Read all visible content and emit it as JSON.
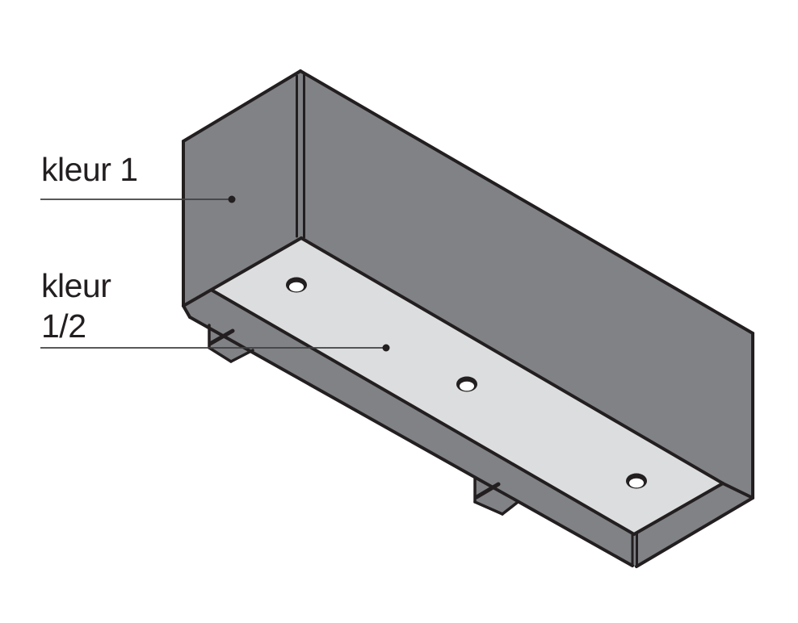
{
  "diagram": {
    "figure": "isometric bottom view of a rectangular housing profile",
    "labels": [
      {
        "text": "kleur 1",
        "points_to": "housing exterior face"
      },
      {
        "line1": "kleur",
        "line2": "1/2",
        "full_text": "kleur 1/2",
        "points_to": "recessed bottom panel"
      }
    ],
    "features": {
      "mounting_holes": 3,
      "mounting_tabs": 2
    },
    "colors": {
      "housing": "#808285",
      "bottom_panel": "#dcddde",
      "outline": "#231f20",
      "leader_line": "#414042",
      "text": "#231f20",
      "hole_inner": "#ffffff",
      "background": "#ffffff"
    }
  }
}
